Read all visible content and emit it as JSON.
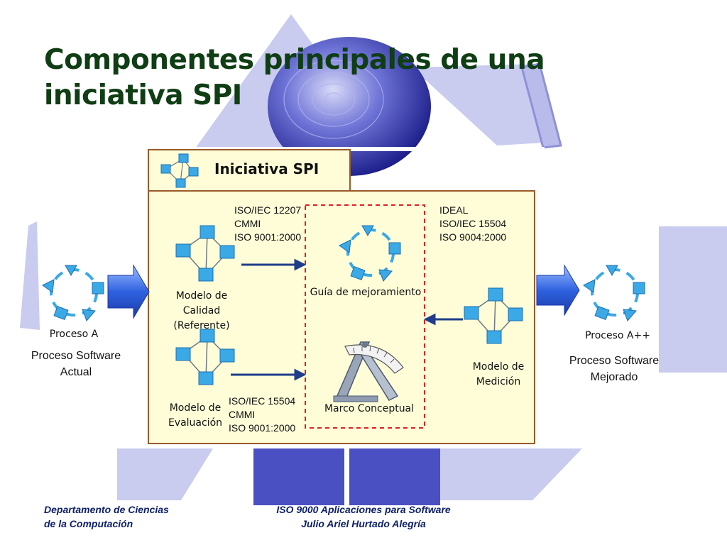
{
  "slide": {
    "title_line1": "Componentes principales de una",
    "title_line2": "iniciativa SPI"
  },
  "diagram": {
    "initiative_title": "Iniciativa SPI",
    "components": {
      "quality_model_line1": "Modelo de Calidad",
      "quality_model_line2": "(Referente)",
      "improvement_guide": "Guía de mejoramiento",
      "evaluation_model_line1": "Modelo de",
      "evaluation_model_line2": "Evaluación",
      "conceptual_framework": "Marco Conceptual",
      "measurement_model_line1": "Modelo de",
      "measurement_model_line2": "Medición"
    },
    "standards_top_left": [
      "ISO/IEC 12207",
      "CMMI",
      "ISO 9001:2000"
    ],
    "standards_top_right": [
      "IDEAL",
      "ISO/IEC 15504",
      "ISO 9004:2000"
    ],
    "standards_bottom": [
      "ISO/IEC 15504",
      "CMMI",
      "ISO 9001:2000"
    ],
    "process_a_label": "Proceso A",
    "process_a_pp_label": "Proceso A++",
    "current_process_line1": "Proceso Software",
    "current_process_line2": "Actual",
    "improved_process_line1": "Proceso Software",
    "improved_process_line2": "Mejorado"
  },
  "footer": {
    "dept_line1": "Departamento de Ciencias",
    "dept_line2": "de la Computación",
    "course_line1": "ISO 9000 Aplicaciones para Software",
    "course_line2": "Julio Ariel Hurtado Alegría"
  },
  "colors": {
    "title_green": "#0f3d14",
    "footer_blue": "#0c1f6b",
    "box_fill": "#fefdd8",
    "box_border": "#9a5a2a",
    "decor_lavender": "#c7c9ee",
    "decor_blue": "#4a4fc2",
    "icon_cyan": "#2ea8e6",
    "dashed_red": "#e02020"
  },
  "icons": [
    "cycle-icon",
    "network-icon",
    "ruler-icon",
    "arrow-icon"
  ]
}
